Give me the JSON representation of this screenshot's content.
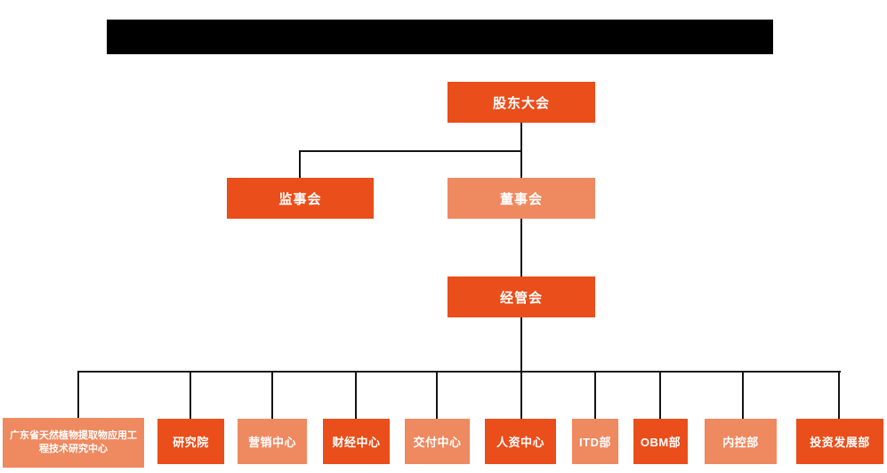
{
  "colors": {
    "primary_orange": "#E94E1B",
    "secondary_orange": "#EF8960",
    "connector_line": "#141414",
    "redaction_bar": "#000000",
    "node_text": "#FFFFFF"
  },
  "chart": {
    "top": {
      "label": "股东大会"
    },
    "level2": [
      {
        "label": "监事会"
      },
      {
        "label": "董事会"
      }
    ],
    "level3": {
      "label": "经管会"
    },
    "departments": [
      {
        "label": "广东省天然植物提取物应用工程技术研究中心"
      },
      {
        "label": "研究院"
      },
      {
        "label": "营销中心"
      },
      {
        "label": "财经中心"
      },
      {
        "label": "交付中心"
      },
      {
        "label": "人资中心"
      },
      {
        "label": "ITD部"
      },
      {
        "label": "OBM部"
      },
      {
        "label": "内控部"
      },
      {
        "label": "投资发展部"
      }
    ]
  }
}
